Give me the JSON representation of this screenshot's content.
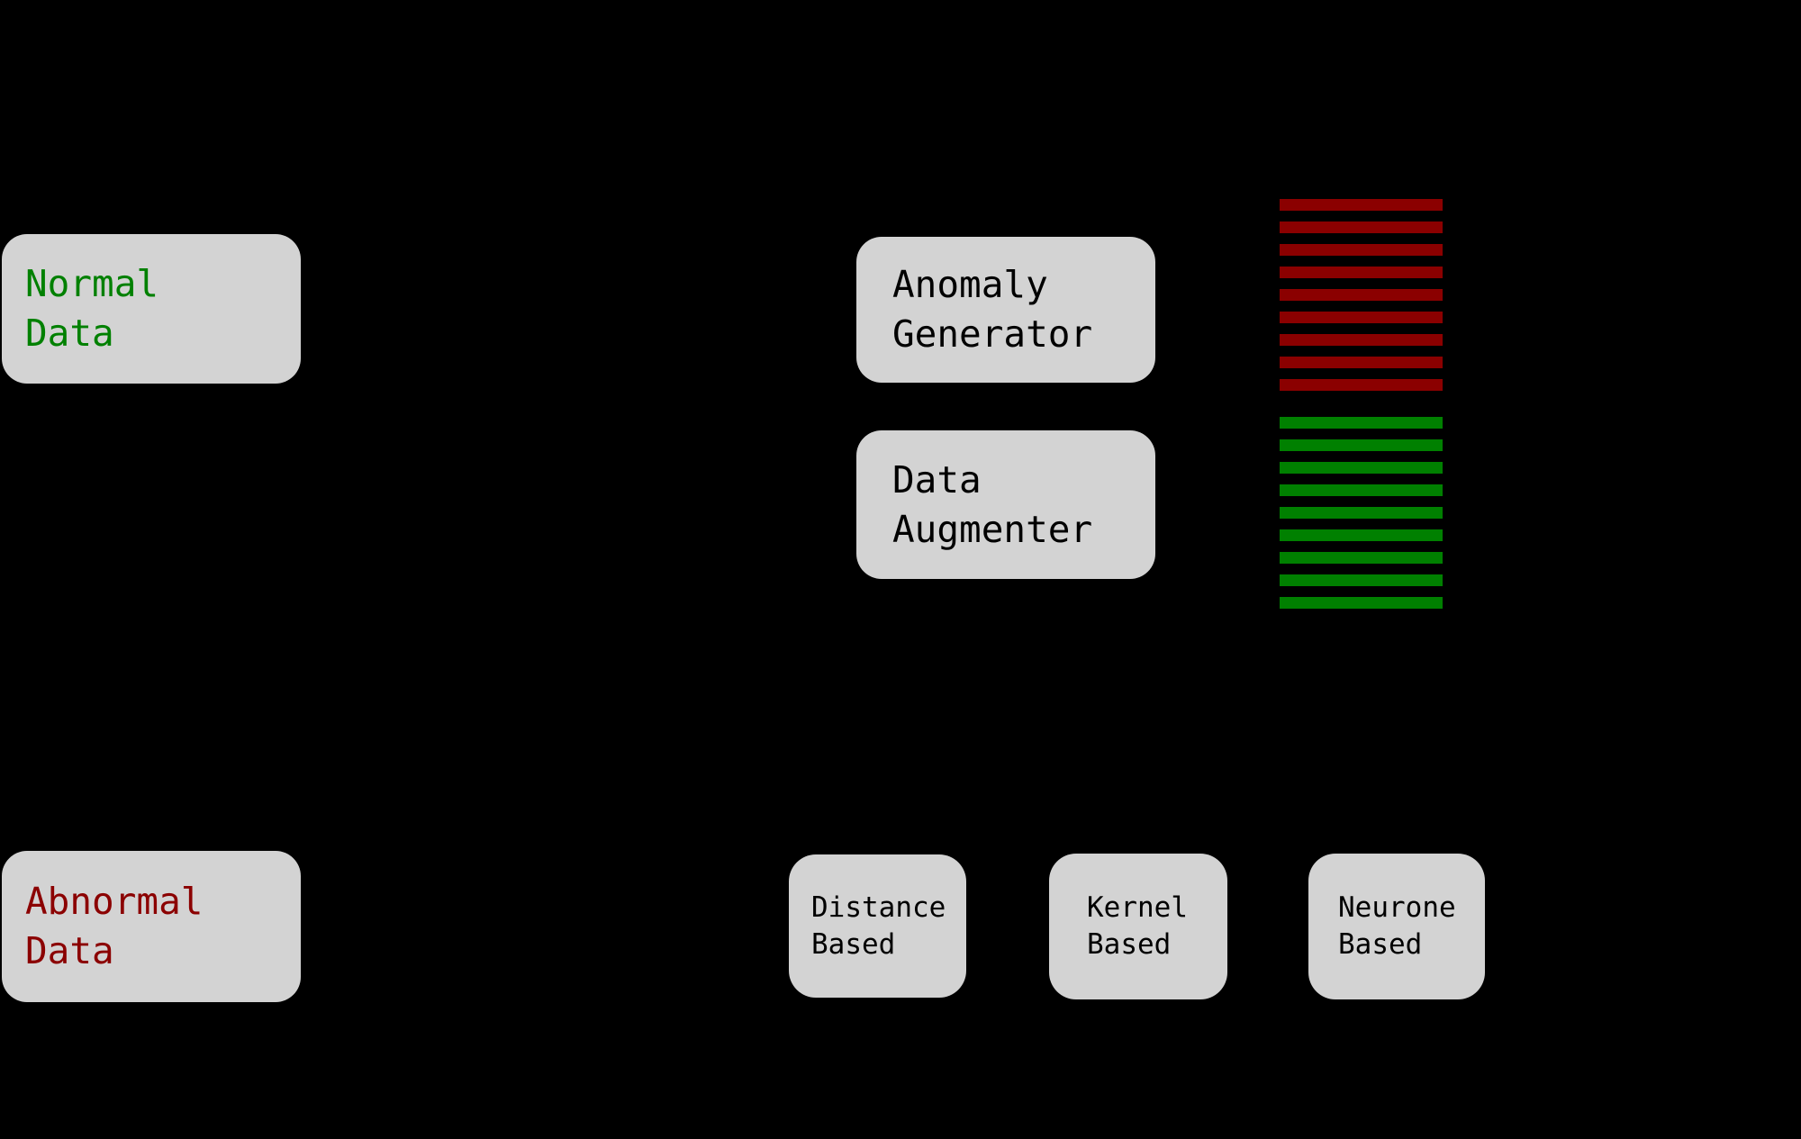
{
  "diagram": {
    "background_color": "#000000",
    "node_fill_color": "#d3d3d3",
    "nodes": [
      {
        "id": "normal-data",
        "label": "Normal\nData",
        "text_color": "#008000"
      },
      {
        "id": "abnormal-data",
        "label": "Abnormal\nData",
        "text_color": "#8b0000"
      },
      {
        "id": "anomaly-generator",
        "label": "Anomaly\nGenerator",
        "text_color": "#000000"
      },
      {
        "id": "data-augmenter",
        "label": "Data\nAugmenter",
        "text_color": "#000000"
      },
      {
        "id": "distance-based",
        "label": "Distance\nBased",
        "text_color": "#000000"
      },
      {
        "id": "kernel-based",
        "label": "Kernel\nBased",
        "text_color": "#000000"
      },
      {
        "id": "neurone-based",
        "label": "Neurone\nBased",
        "text_color": "#000000"
      }
    ],
    "stripe_stacks": [
      {
        "id": "anomalous-samples",
        "color": "#8b0000",
        "count": 9
      },
      {
        "id": "augmented-samples",
        "color": "#008000",
        "count": 9
      }
    ]
  }
}
